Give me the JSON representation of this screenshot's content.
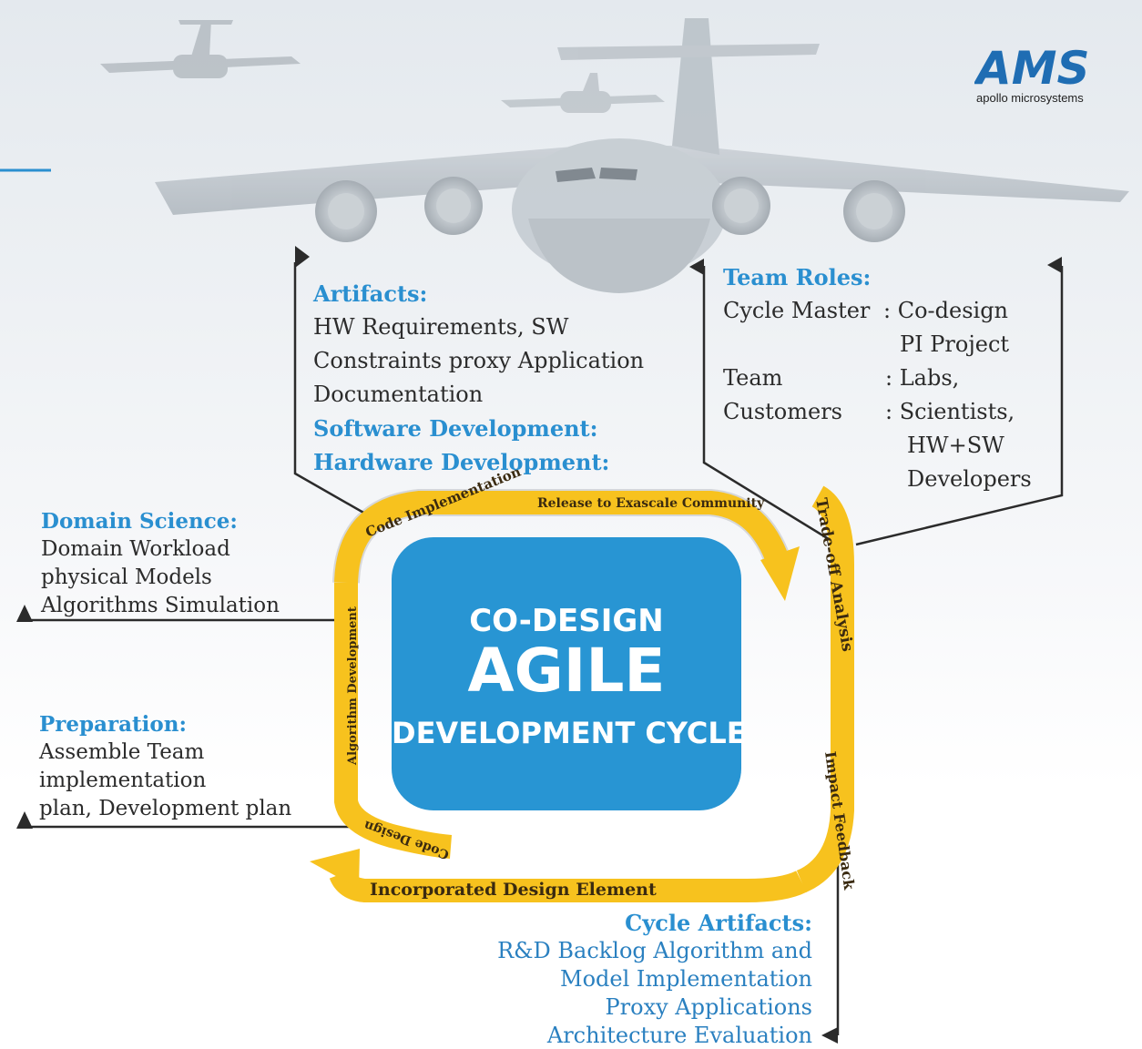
{
  "logo": {
    "text": "AMS",
    "tagline": "apollo microsystems",
    "color": "#1f6db3"
  },
  "center": {
    "line1": "CO-DESIGN",
    "line2": "AGILE",
    "line3": "DEVELOPMENT CYCLE",
    "box_color": "#2895d3"
  },
  "artifacts": {
    "heading": "Artifacts:",
    "lines": [
      "HW Requirements, SW",
      "Constraints proxy Application",
      "Documentation"
    ],
    "sub1": "Software Development:",
    "sub2": "Hardware Development:"
  },
  "team_roles": {
    "heading": "Team Roles:",
    "rows": [
      {
        "role": "Cycle Master",
        "value": ": Co-design"
      },
      {
        "role": "",
        "value": "PI Project"
      },
      {
        "role": "Team",
        "value": ": Labs,"
      },
      {
        "role": "Customers",
        "value": ": Scientists,"
      },
      {
        "role": "",
        "value": "HW+SW"
      },
      {
        "role": "",
        "value": "Developers"
      }
    ]
  },
  "domain_science": {
    "heading": "Domain Science:",
    "lines": [
      "Domain Workload",
      "physical Models",
      "Algorithms Simulation"
    ]
  },
  "preparation": {
    "heading": "Preparation:",
    "lines": [
      "Assemble Team",
      "implementation",
      "plan, Development plan"
    ]
  },
  "cycle_artifacts": {
    "heading": "Cycle Artifacts:",
    "lines": [
      "R&D Backlog Algorithm and",
      "Model Implementation",
      "Proxy Applications",
      "Architecture Evaluation"
    ]
  },
  "cycle_labels": {
    "code_implementation": "Code Implementation",
    "release": "Release to Exascale Community",
    "tradeoff": "Trade-off Analysis",
    "impact": "Impact Feedback",
    "incorporated": "Incorporated Design Element",
    "code_design": "Code Design",
    "algorithm": "Algorithm Development"
  },
  "colors": {
    "accent_blue": "#2a8fd0",
    "ring_yellow": "#f7c21e",
    "text_dark": "#2b2b2b"
  }
}
